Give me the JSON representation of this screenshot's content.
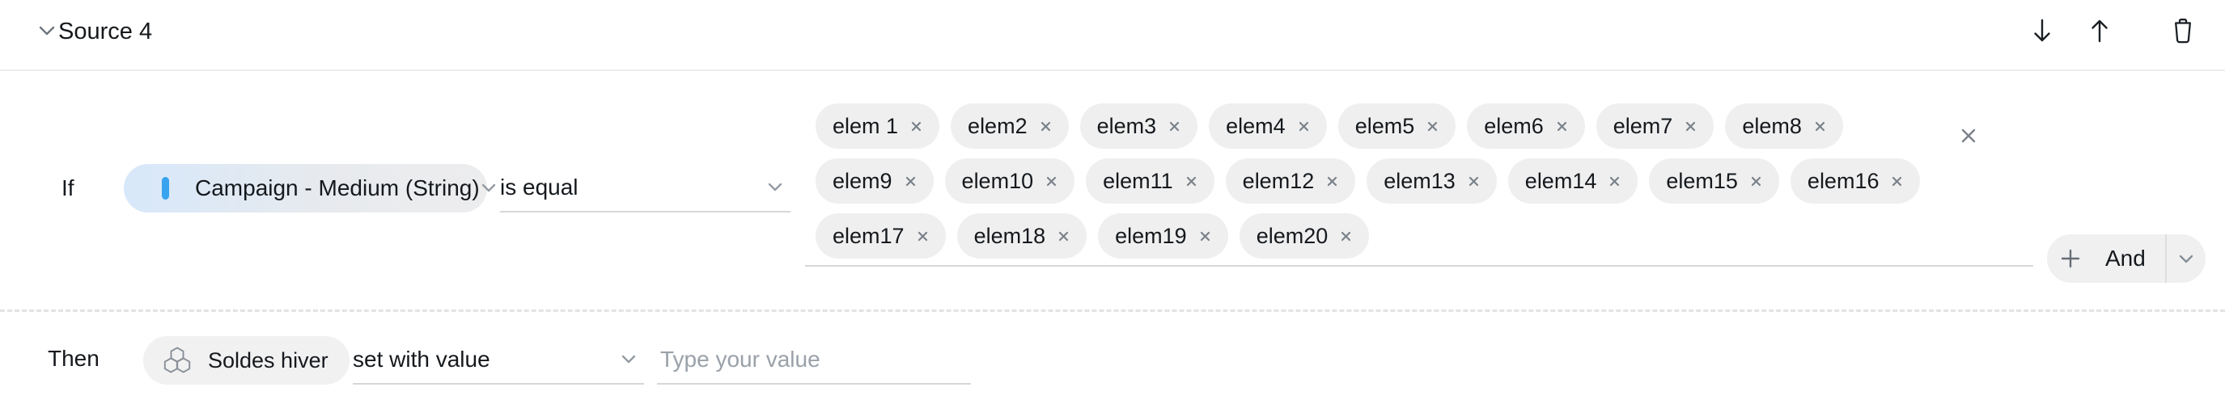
{
  "header": {
    "title": "Source 4",
    "collapse_icon": "chevron-down",
    "actions": [
      {
        "name": "move-down",
        "icon": "arrow-down-icon"
      },
      {
        "name": "move-up",
        "icon": "arrow-up-icon"
      },
      {
        "name": "delete",
        "icon": "trash-icon"
      }
    ]
  },
  "condition": {
    "keyword": "If",
    "field_label": "Campaign - Medium (String)",
    "operator_label": "is equal",
    "values": [
      "elem 1",
      "elem2",
      "elem3",
      "elem4",
      "elem5",
      "elem6",
      "elem7",
      "elem8",
      "elem9",
      "elem10",
      "elem11",
      "elem12",
      "elem13",
      "elem14",
      "elem15",
      "elem16",
      "elem17",
      "elem18",
      "elem19",
      "elem20"
    ],
    "remove_symbol": "×",
    "and_button": {
      "label": "And",
      "plus_icon": "plus-icon",
      "toggle_icon": "chevron-down-icon"
    }
  },
  "action": {
    "keyword": "Then",
    "field_label": "Soldes hiver",
    "field_icon": "hexagons-icon",
    "operator_label": "set with value",
    "value": "",
    "value_placeholder": "Type your value"
  },
  "colors": {
    "accent_blue": "#38a3ee",
    "chip_bg": "#efefef",
    "pill_gradient_start": "#d7e8fa",
    "text": "#15191d",
    "muted_icon": "#7a8189",
    "underline": "#d7d7d7"
  }
}
